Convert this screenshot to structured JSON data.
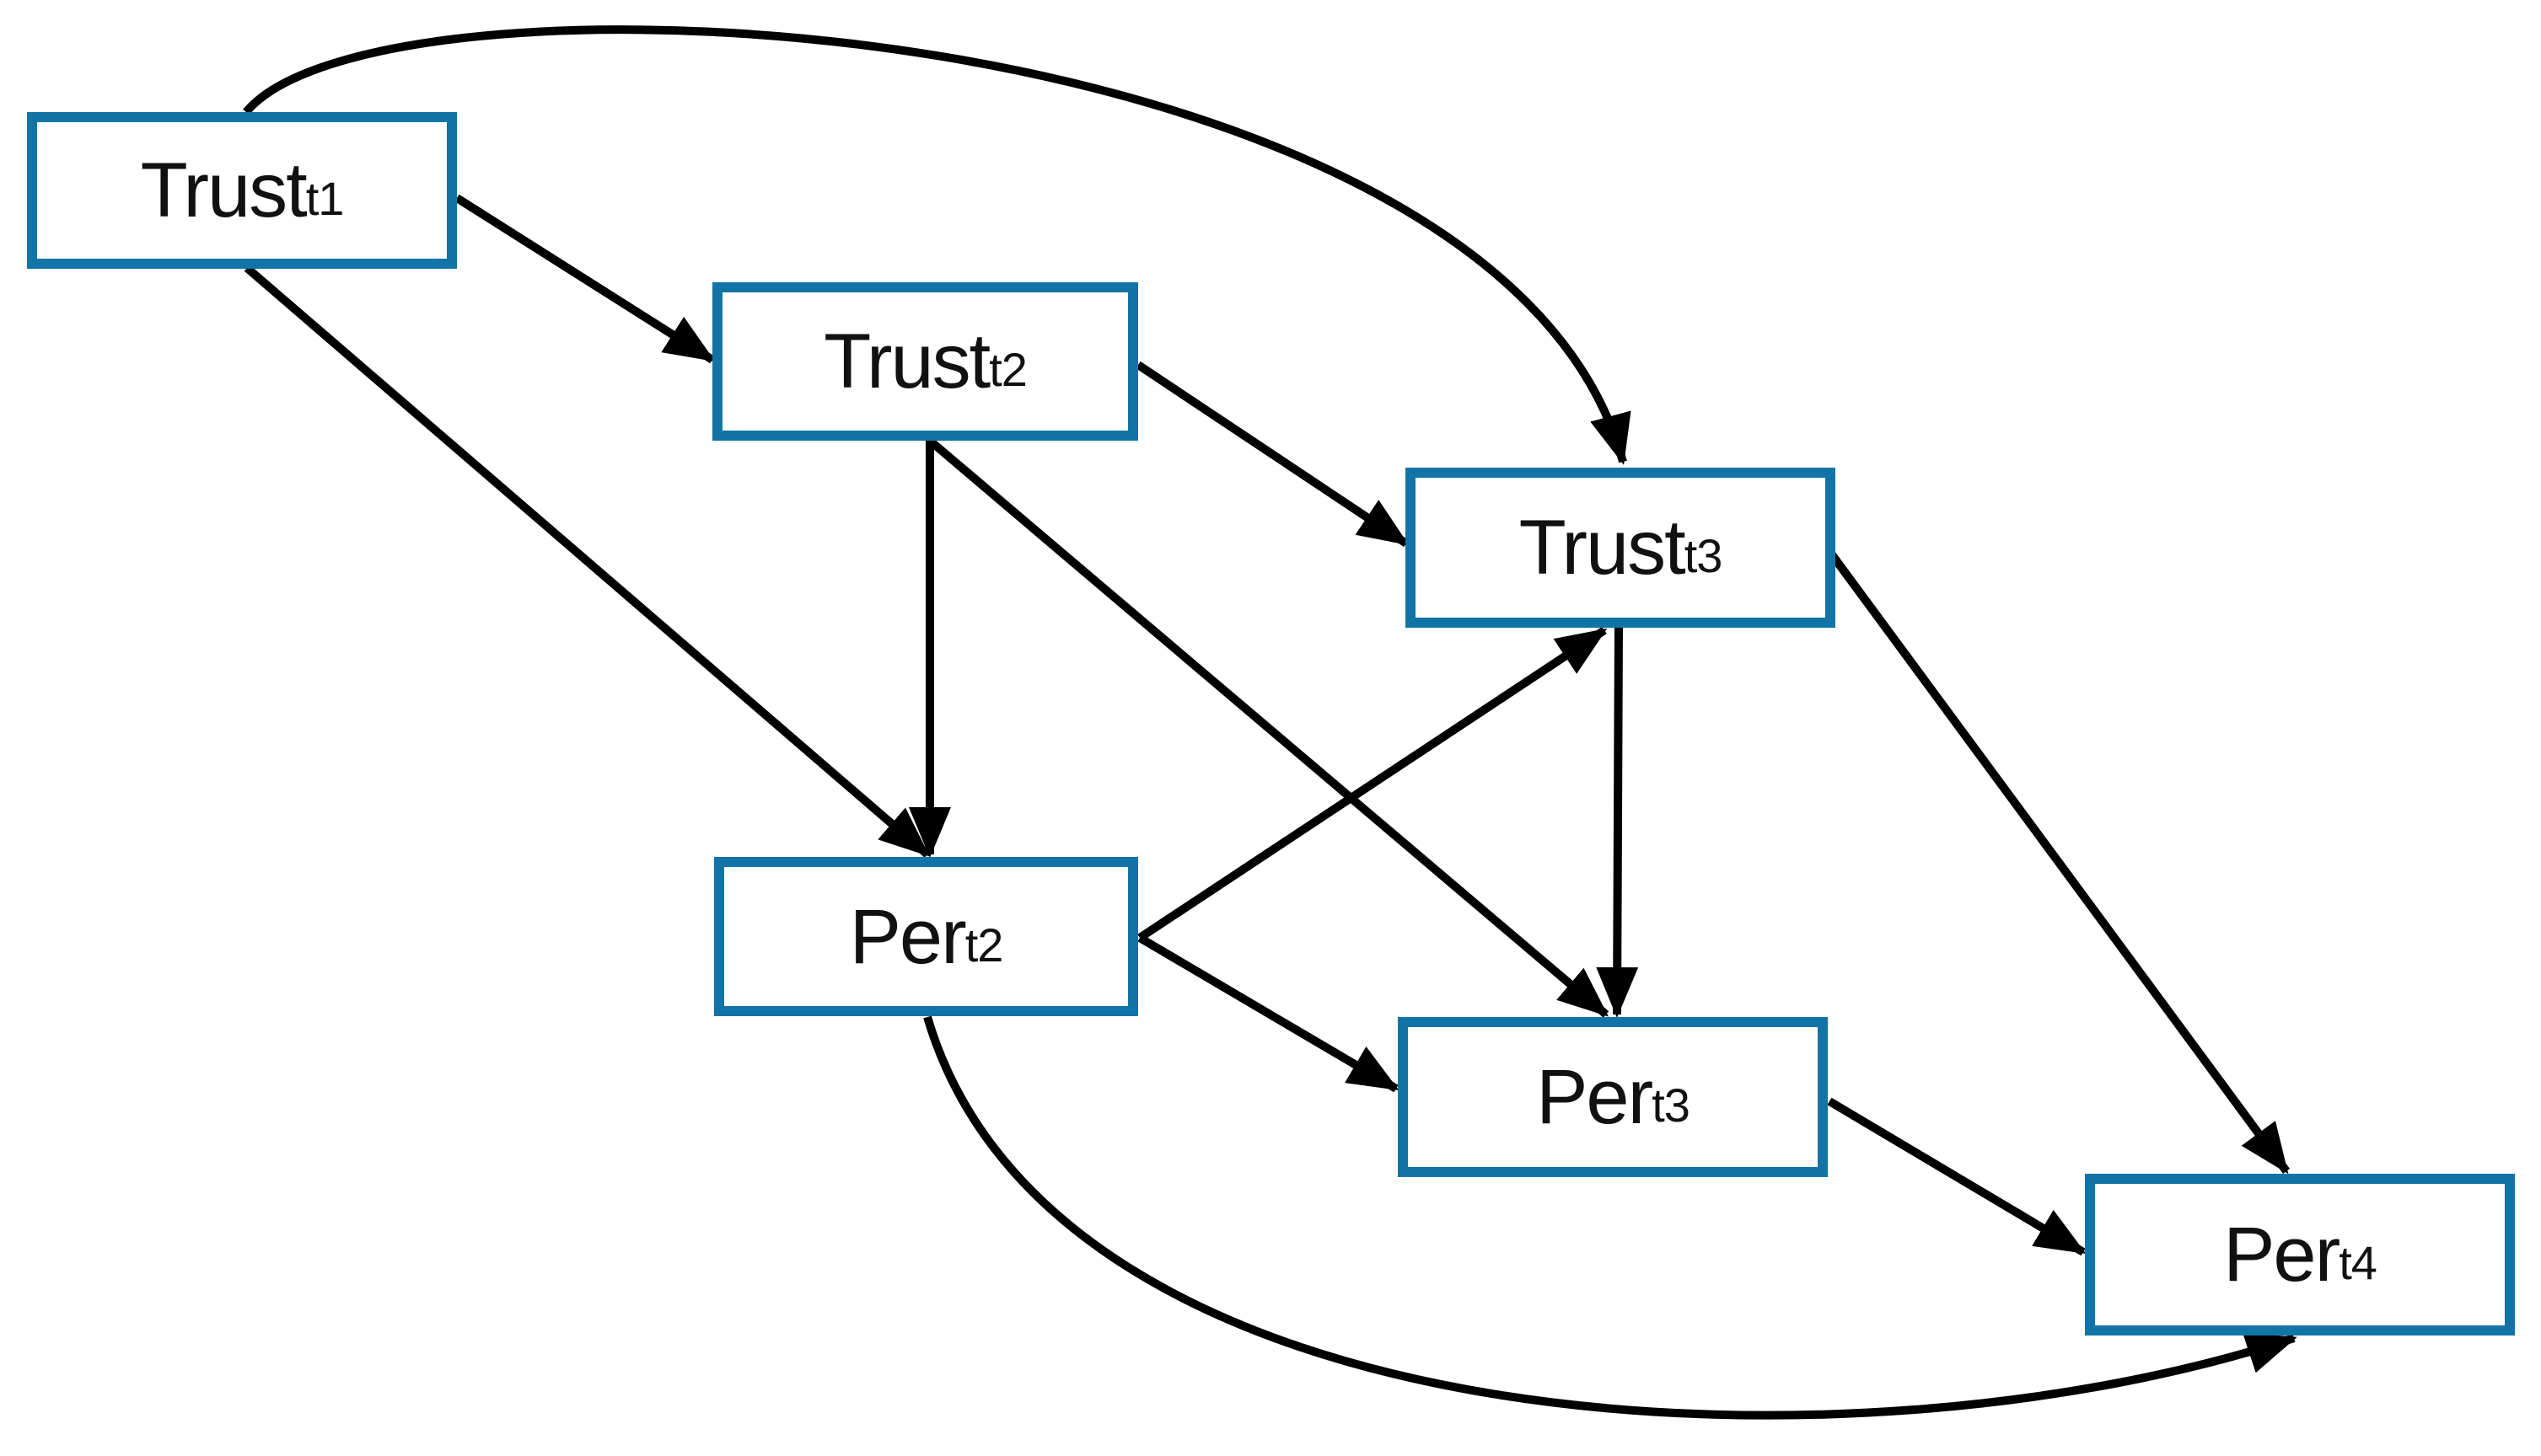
{
  "colors": {
    "box_border": "#1274a6",
    "arrow": "#000000",
    "background": "#ffffff",
    "text": "#111111"
  },
  "nodes": {
    "trust_t1": {
      "label": "Trust",
      "sub": "t1"
    },
    "trust_t2": {
      "label": "Trust",
      "sub": "t2"
    },
    "trust_t3": {
      "label": "Trust",
      "sub": "t3"
    },
    "per_t2": {
      "label": "Per",
      "sub": "t2"
    },
    "per_t3": {
      "label": "Per",
      "sub": "t3"
    },
    "per_t4": {
      "label": "Per",
      "sub": "t4"
    }
  },
  "edges": [
    {
      "from": "Trust_t1",
      "to": "Trust_t2",
      "style": "straight"
    },
    {
      "from": "Trust_t2",
      "to": "Trust_t3",
      "style": "straight"
    },
    {
      "from": "Trust_t1",
      "to": "Trust_t3",
      "style": "curved-over-top"
    },
    {
      "from": "Trust_t1",
      "to": "Per_t2",
      "style": "straight"
    },
    {
      "from": "Trust_t2",
      "to": "Per_t2",
      "style": "straight-vertical"
    },
    {
      "from": "Per_t2",
      "to": "Trust_t3",
      "style": "straight"
    },
    {
      "from": "Trust_t2",
      "to": "Per_t3",
      "style": "straight"
    },
    {
      "from": "Trust_t3",
      "to": "Per_t3",
      "style": "straight-vertical"
    },
    {
      "from": "Per_t2",
      "to": "Per_t3",
      "style": "straight"
    },
    {
      "from": "Trust_t3",
      "to": "Per_t4",
      "style": "straight"
    },
    {
      "from": "Per_t3",
      "to": "Per_t4",
      "style": "straight"
    },
    {
      "from": "Per_t2",
      "to": "Per_t4",
      "style": "curved-under-bottom"
    }
  ]
}
